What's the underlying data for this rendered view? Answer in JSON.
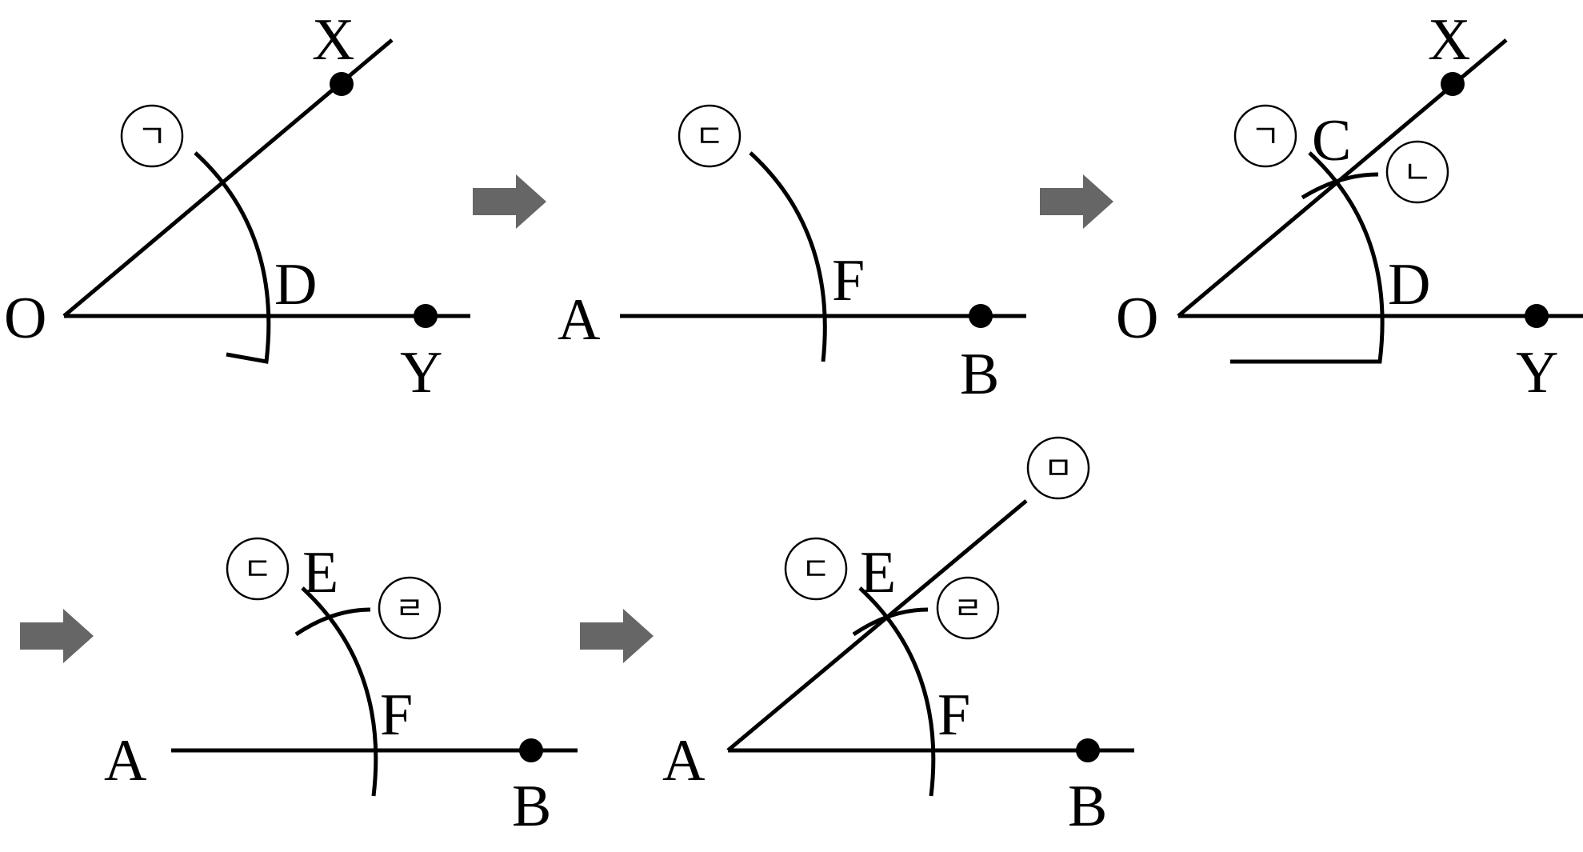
{
  "colors": {
    "line": "#000000",
    "arrow": "#666666",
    "background": "#ffffff"
  },
  "arrows": [
    "arrow-1",
    "arrow-2",
    "arrow-3",
    "arrow-4"
  ],
  "steps": [
    {
      "points": {
        "O": "O",
        "X": "X",
        "Y": "Y",
        "D": "D"
      },
      "markers": {
        "m1": "ㄱ"
      }
    },
    {
      "points": {
        "A": "A",
        "B": "B",
        "F": "F"
      },
      "markers": {
        "m3": "ㄷ"
      }
    },
    {
      "points": {
        "O": "O",
        "X": "X",
        "Y": "Y",
        "C": "C",
        "D": "D"
      },
      "markers": {
        "m1": "ㄱ",
        "m2": "ㄴ"
      }
    },
    {
      "points": {
        "A": "A",
        "B": "B",
        "E": "E",
        "F": "F"
      },
      "markers": {
        "m3": "ㄷ",
        "m4": "ㄹ"
      }
    },
    {
      "points": {
        "A": "A",
        "B": "B",
        "E": "E",
        "F": "F"
      },
      "markers": {
        "m3": "ㄷ",
        "m4": "ㄹ",
        "m5": "ㅁ"
      }
    }
  ]
}
